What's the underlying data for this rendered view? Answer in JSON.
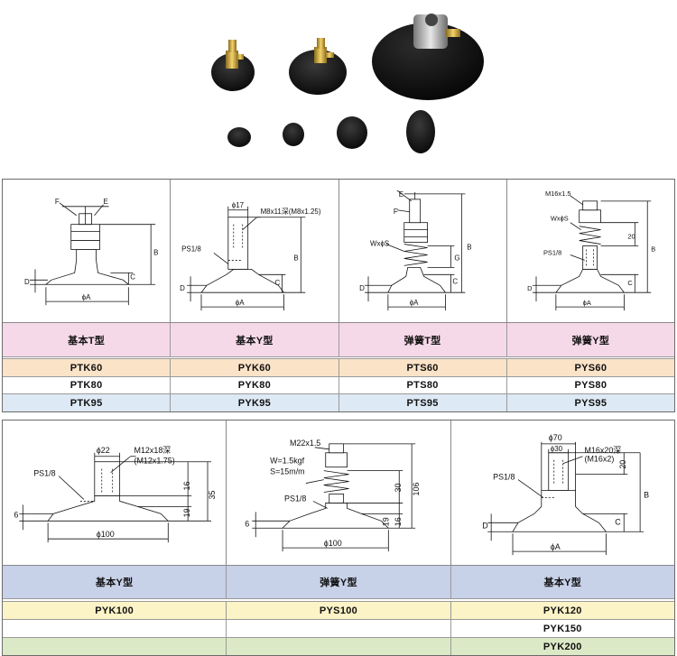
{
  "colors": {
    "pink": "#f6d9e8",
    "orange": "#fbe3c8",
    "blue": "#dde9f4",
    "lavender": "#c7d1e8",
    "yellow": "#fcf3c6",
    "green": "#dce9c6"
  },
  "table1": {
    "diagrams": [
      {
        "labels": {
          "f": "F",
          "e": "E",
          "b": "B",
          "c": "C",
          "d": "D",
          "a": "ϕA"
        }
      },
      {
        "labels": {
          "dia": "ϕ17",
          "thread": "M8x11深(M8x1.25)",
          "port": "PS1/8",
          "b": "B",
          "c": "C",
          "d": "D",
          "a": "ϕA"
        }
      },
      {
        "labels": {
          "e": "E",
          "f": "F",
          "spring": "WxϕS",
          "b": "B",
          "g": "G",
          "c": "C",
          "d": "D",
          "a": "ϕA"
        }
      },
      {
        "labels": {
          "thread": "M16x1.5",
          "spring": "WxϕS",
          "port": "PS1/8",
          "d20": "20",
          "b": "B",
          "c": "C",
          "d": "D",
          "a": "ϕA"
        }
      }
    ],
    "headers": [
      "基本T型",
      "基本Y型",
      "弹簧T型",
      "弹簧Y型"
    ],
    "rows": [
      [
        "PTK60",
        "PYK60",
        "PTS60",
        "PYS60"
      ],
      [
        "PTK80",
        "PYK80",
        "PTS80",
        "PYS80"
      ],
      [
        "PTK95",
        "PYK95",
        "PTS95",
        "PYS95"
      ]
    ]
  },
  "table2": {
    "diagrams": [
      {
        "labels": {
          "port": "PS1/8",
          "dia": "ϕ22",
          "thread1": "M12x18深",
          "thread2": "(M12x1.75)",
          "d16": "16",
          "d35": "35",
          "d19": "19",
          "d6": "6",
          "a": "ϕ100"
        }
      },
      {
        "labels": {
          "thread": "M22x1.5",
          "w": "W=1.5kgf",
          "s": "S=15m/m",
          "port": "PS1/8",
          "d30": "30",
          "d106": "106",
          "d19": "19",
          "d16": "16",
          "d6": "6",
          "a": "ϕ100"
        }
      },
      {
        "labels": {
          "d70": "ϕ70",
          "d30": "ϕ30",
          "thread1": "M16x20深",
          "thread2": "(M16x2)",
          "port": "PS1/8",
          "d20": "20",
          "b": "B",
          "c": "C",
          "d": "D",
          "a": "ϕA"
        }
      }
    ],
    "headers": [
      "基本Y型",
      "弹簧Y型",
      "基本Y型"
    ],
    "rows": [
      [
        "PYK100",
        "PYS100",
        "PYK120"
      ],
      [
        "",
        "",
        "PYK150"
      ],
      [
        "",
        "",
        "PYK200"
      ]
    ]
  }
}
